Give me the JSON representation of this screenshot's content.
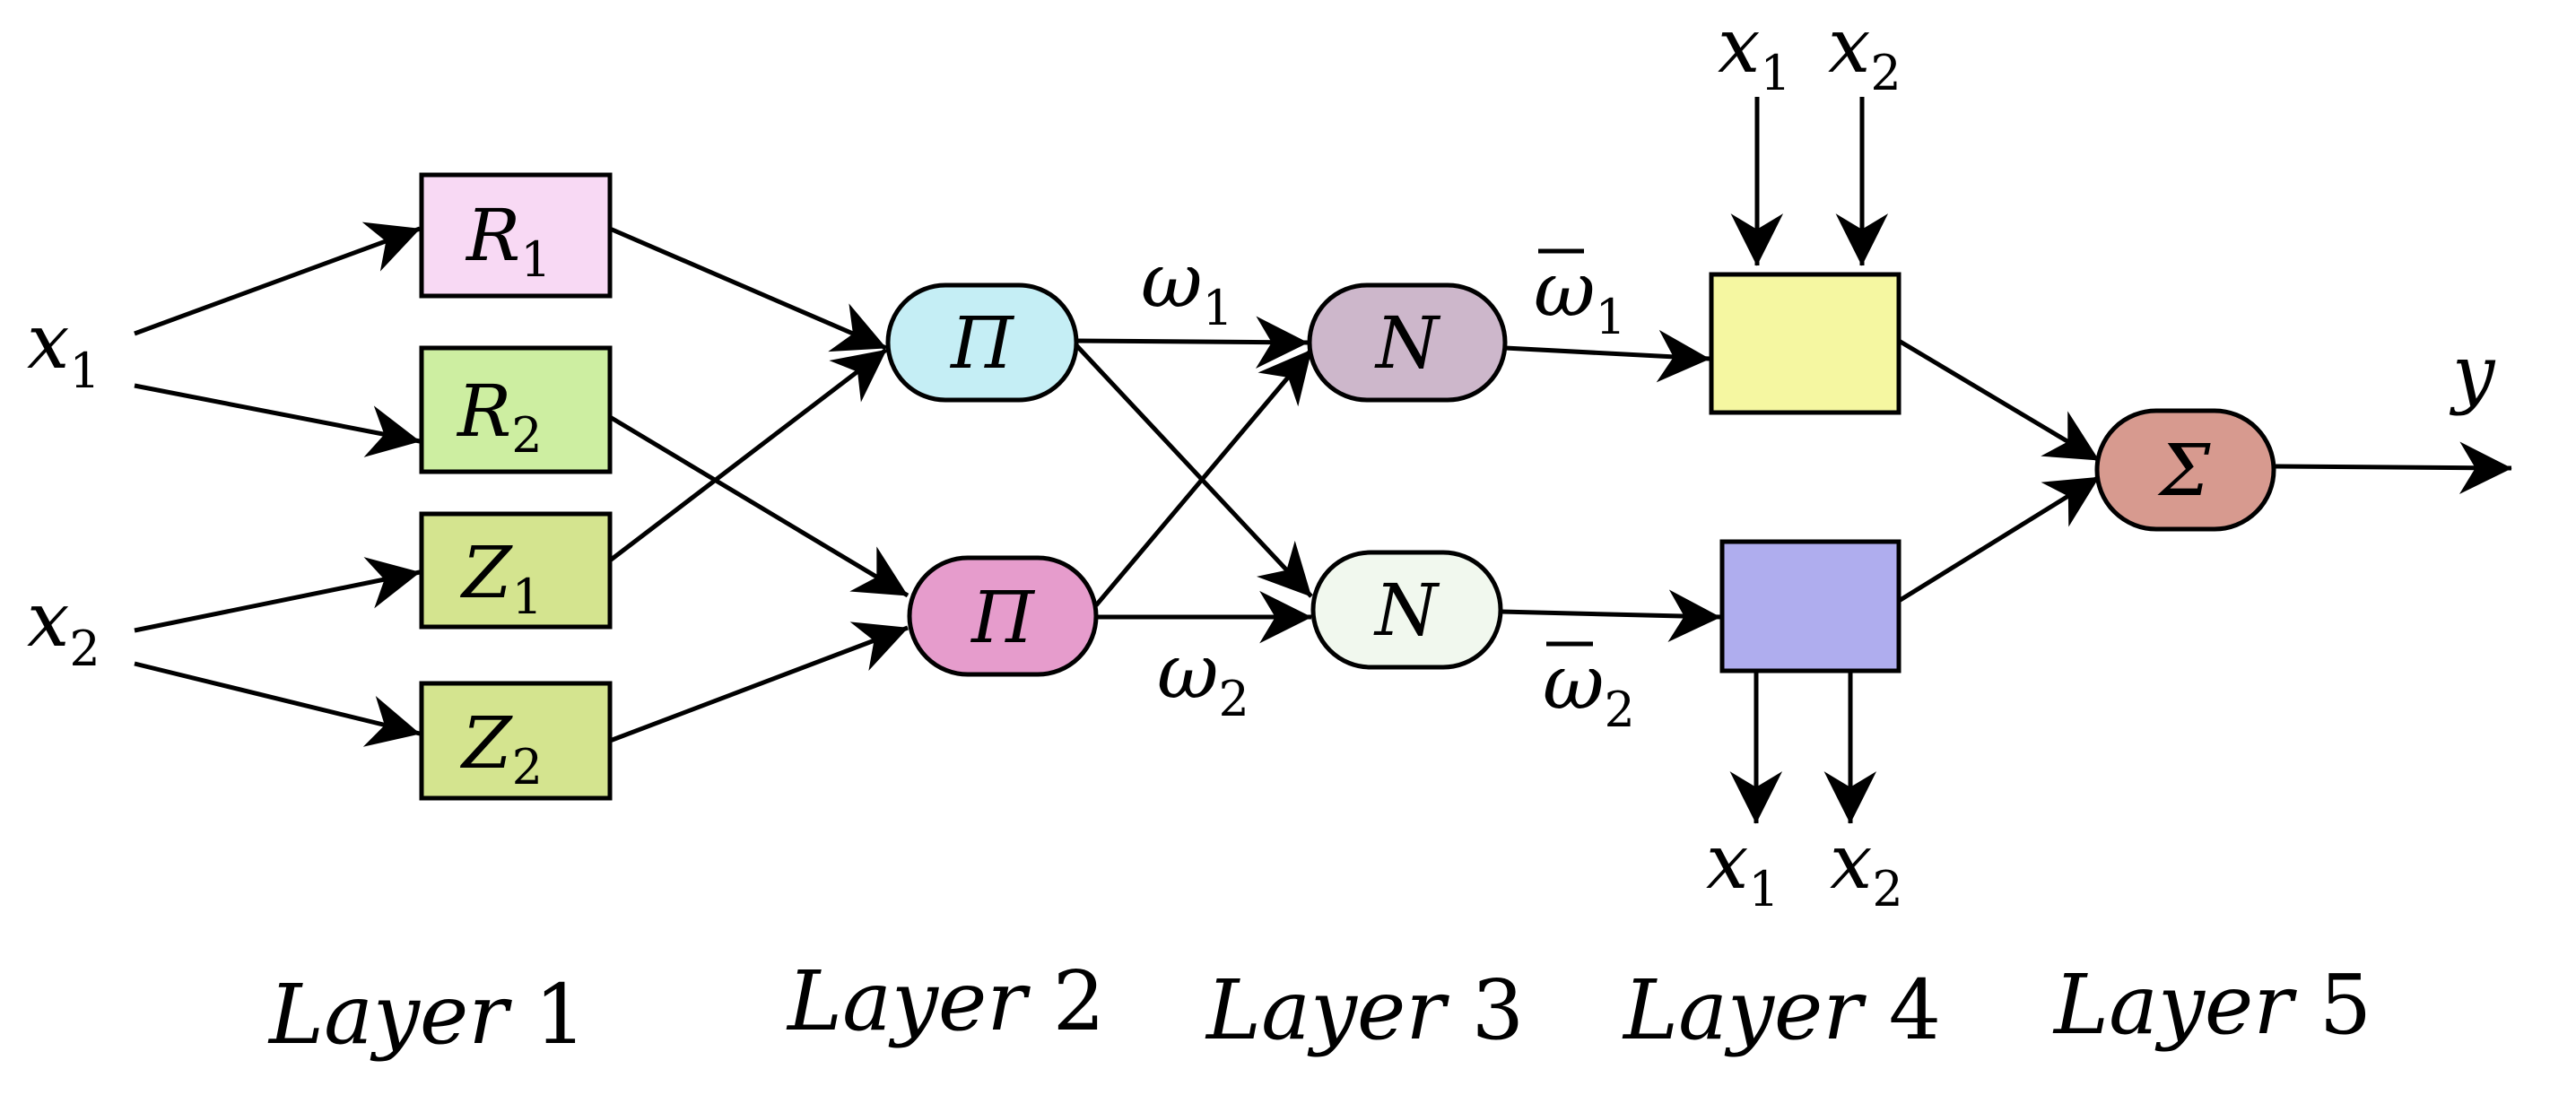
{
  "inputs": {
    "x1": {
      "base": "x",
      "sub": "1"
    },
    "x2": {
      "base": "x",
      "sub": "2"
    }
  },
  "layer1": {
    "r1": {
      "base": "R",
      "sub": "1",
      "color": "#f8d9f4"
    },
    "r2": {
      "base": "R",
      "sub": "2",
      "color": "#cdeea1"
    },
    "z1": {
      "base": "Z",
      "sub": "1",
      "color": "#d4e48f"
    },
    "z2": {
      "base": "Z",
      "sub": "2",
      "color": "#d4e48f"
    }
  },
  "layer2": {
    "pi1": {
      "symbol": "Π",
      "color": "#c5eef5"
    },
    "pi2": {
      "symbol": "Π",
      "color": "#e69ccc"
    },
    "w1": {
      "base": "ω",
      "sub": "1"
    },
    "w2": {
      "base": "ω",
      "sub": "2"
    }
  },
  "layer3": {
    "n1": {
      "symbol": "N",
      "color": "#cdb7cb"
    },
    "n2": {
      "symbol": "N",
      "color": "#f1f8ee"
    },
    "wbar1": {
      "base": "ω",
      "sub": "1"
    },
    "wbar2": {
      "base": "ω",
      "sub": "2"
    }
  },
  "layer4": {
    "sq1": {
      "color": "#f5f7a1"
    },
    "sq2": {
      "color": "#afadee"
    },
    "top_x1": {
      "base": "x",
      "sub": "1"
    },
    "top_x2": {
      "base": "x",
      "sub": "2"
    },
    "bot_x1": {
      "base": "x",
      "sub": "1"
    },
    "bot_x2": {
      "base": "x",
      "sub": "2"
    }
  },
  "layer5": {
    "sigma": {
      "symbol": "Σ",
      "color": "#d79a8f"
    },
    "output": {
      "base": "y"
    }
  },
  "layers": {
    "l1": {
      "word": "Layer",
      "num": "1"
    },
    "l2": {
      "word": "Layer",
      "num": "2"
    },
    "l3": {
      "word": "Layer",
      "num": "3"
    },
    "l4": {
      "word": "Layer",
      "num": "4"
    },
    "l5": {
      "word": "Layer",
      "num": "5"
    }
  }
}
